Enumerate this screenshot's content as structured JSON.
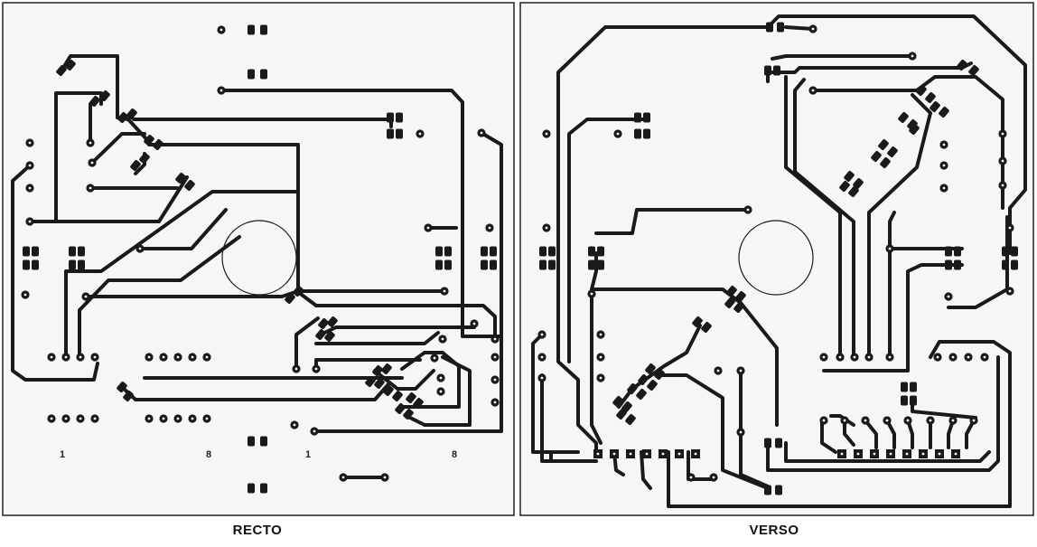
{
  "panels": {
    "recto": {
      "caption": "RECTO"
    },
    "verso": {
      "caption": "VERSO"
    }
  },
  "pin_labels": {
    "ic1_first": "1",
    "ic1_last": "8",
    "ic2_first": "1",
    "ic2_last": "8"
  },
  "colors": {
    "copper_trace": "#1a1a1a",
    "board_background": "#f6f6f4",
    "board_border": "#222222"
  }
}
